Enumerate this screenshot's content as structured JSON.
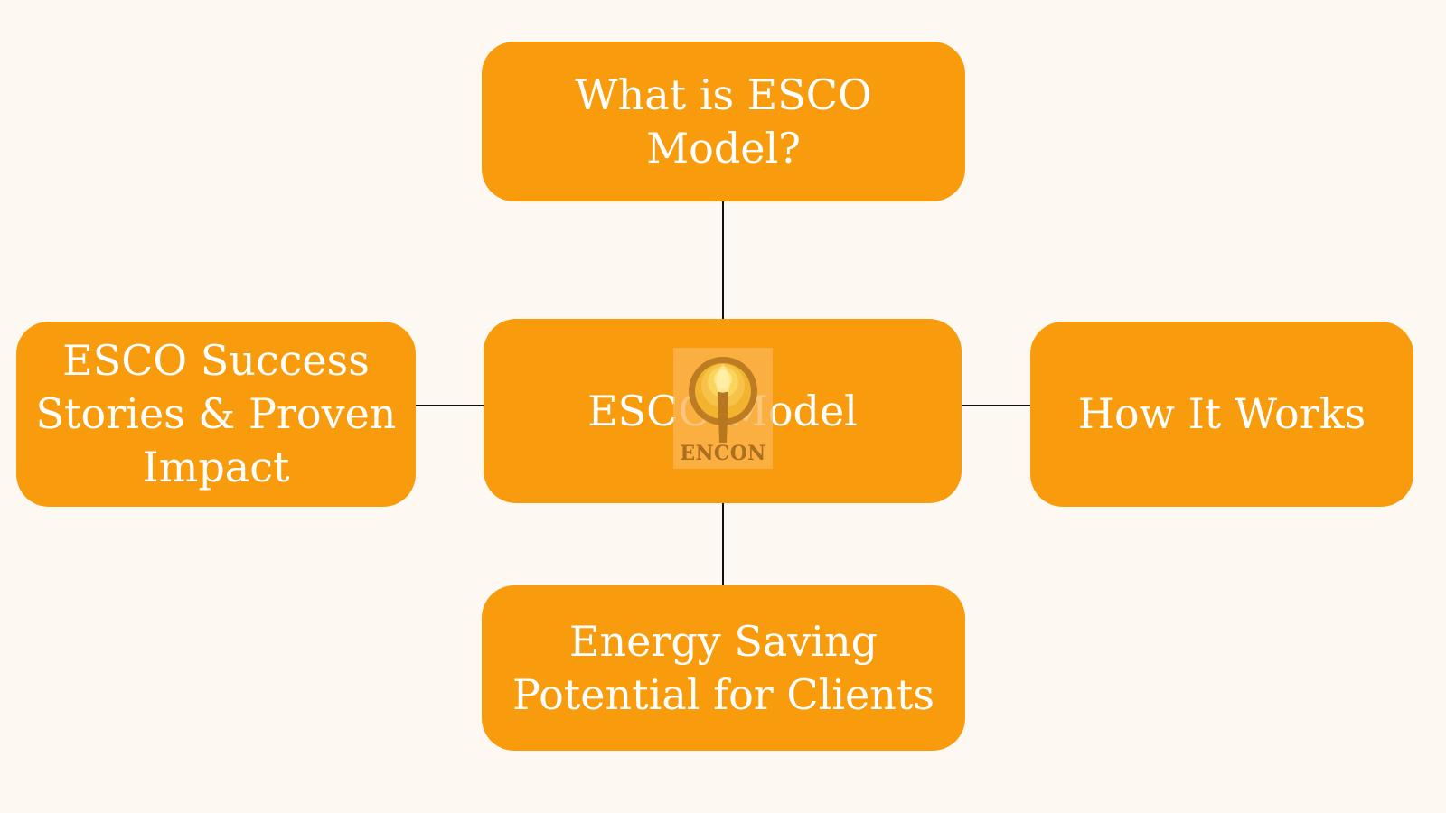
{
  "diagram": {
    "center": {
      "label": "ESCO Model"
    },
    "top": {
      "line1": "What is ESCO",
      "line2": "Model?"
    },
    "left": {
      "line1": "ESCO Success",
      "line2": "Stories & Proven",
      "line3": "Impact"
    },
    "right": {
      "label": "How It Works"
    },
    "bottom": {
      "line1": "Energy Saving",
      "line2": "Potential for Clients"
    }
  },
  "logo": {
    "text": "ENCON",
    "icon": "encon-logo-icon"
  },
  "colors": {
    "background": "#fdf8f1",
    "node": "#f89c0e",
    "line": "#111111",
    "text": "#ffffff",
    "logo_text": "#a86b1f"
  }
}
